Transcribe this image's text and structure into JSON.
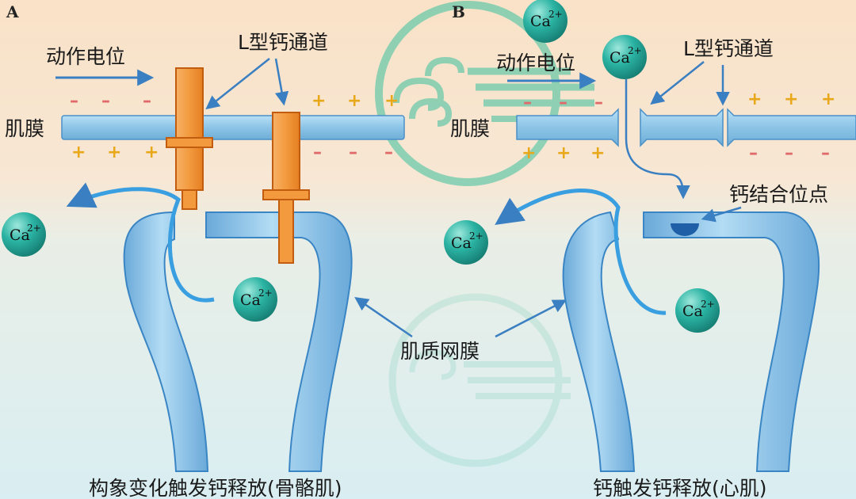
{
  "panel_a": {
    "letter": "A",
    "action_potential": "动作电位",
    "l_channel": "L型钙通道",
    "membrane": "肌膜",
    "caption": "构象变化触发钙释放(骨骼肌)"
  },
  "panel_b": {
    "letter": "B",
    "action_potential": "动作电位",
    "l_channel": "L型钙通道",
    "membrane": "肌膜",
    "binding_site": "钙结合位点",
    "caption": "钙触发钙释放(心肌)"
  },
  "shared": {
    "sr_label": "肌质网膜",
    "plus": "+",
    "minus": "–"
  },
  "ion": {
    "base": "Ca",
    "charge": "2+"
  },
  "colors": {
    "membrane": "#8cc4e6",
    "membrane_edge": "#3a85c4",
    "channel": "#f39a3e",
    "channel_edge": "#c25d10",
    "ion": "#27a79a",
    "arrow": "#3a7fc1",
    "plus": "#e8a81a",
    "minus": "#e06a6a",
    "binding_site": "#1f5fa8",
    "watermark": "#58c6a6"
  }
}
